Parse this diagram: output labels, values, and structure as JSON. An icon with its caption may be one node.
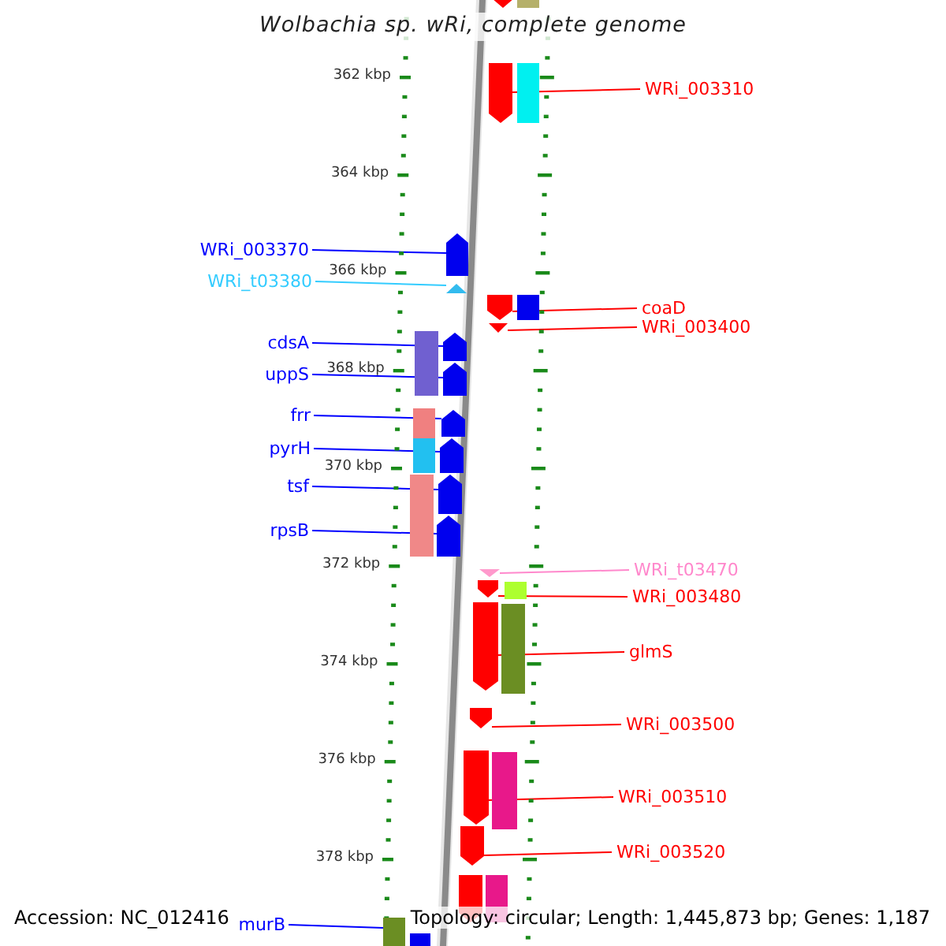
{
  "diagram": {
    "title": "Wolbachia sp. wRi, complete genome",
    "nodes": [
      {
        "text": [
          "WRi_003310"
        ]
      },
      {
        "text": [],
        "shape": "arrow"
      },
      {
        "text": [
          "WRi_003370"
        ]
      },
      {
        "text": [],
        "shape": "arrow"
      },
      {
        "text": [
          "WRi_t03380"
        ]
      },
      {
        "text": [],
        "shape": "triangle"
      },
      {
        "text": [
          "coaD"
        ]
      },
      {
        "text": [],
        "shape": "arrow"
      },
      {
        "text": [
          "WRi_003400"
        ]
      },
      {
        "text": [],
        "shape": "triangle"
      },
      {
        "text": [
          "cdsA"
        ]
      },
      {
        "text": [],
        "shape": "arrow"
      },
      {
        "text": [
          "uppS"
        ]
      },
      {
        "text": [],
        "shape": "arrow"
      },
      {
        "text": [
          "frr"
        ]
      },
      {
        "text": [],
        "shape": "arrow"
      },
      {
        "text": [
          "pyrH"
        ]
      },
      {
        "text": [],
        "shape": "arrow"
      },
      {
        "text": [
          "tsf"
        ]
      },
      {
        "text": [],
        "shape": "arrow"
      },
      {
        "text": [
          "rpsB"
        ]
      },
      {
        "text": [],
        "shape": "arrow"
      },
      {
        "text": [
          "WRi_t03470"
        ]
      },
      {
        "text": [],
        "shape": "triangle"
      },
      {
        "text": [
          "WRi_003480"
        ]
      },
      {
        "text": [],
        "shape": "arrow"
      },
      {
        "text": [
          "glmS"
        ]
      },
      {
        "text": [],
        "shape": "arrow"
      },
      {
        "text": [
          "WRi_003500"
        ]
      },
      {
        "text": [],
        "shape": "arrow"
      },
      {
        "text": [
          "WRi_003510"
        ]
      },
      {
        "text": [],
        "shape": "arrow"
      },
      {
        "text": [
          "WRi_003520"
        ]
      },
      {
        "text": [],
        "shape": "arrow"
      },
      {
        "text": [
          "murB"
        ]
      },
      {
        "text": [],
        "shape": "bar"
      }
    ],
    "edges": [
      {
        "from": 0,
        "to": 1,
        "arrow": "none"
      },
      {
        "from": 2,
        "to": 3,
        "arrow": "none",
        "color": "#0000ff"
      },
      {
        "from": 4,
        "to": 5,
        "arrow": "none",
        "color": "#33ccff"
      },
      {
        "from": 6,
        "to": 7,
        "arrow": "none"
      },
      {
        "from": 8,
        "to": 9,
        "arrow": "none"
      },
      {
        "from": 10,
        "to": 11,
        "arrow": "none",
        "color": "#0000ff"
      },
      {
        "from": 12,
        "to": 13,
        "arrow": "none",
        "color": "#0000ff"
      },
      {
        "from": 14,
        "to": 15,
        "arrow": "none",
        "color": "#0000ff"
      },
      {
        "from": 16,
        "to": 17,
        "arrow": "none",
        "color": "#0000ff"
      },
      {
        "from": 18,
        "to": 19,
        "arrow": "none",
        "color": "#0000ff"
      },
      {
        "from": 20,
        "to": 21,
        "arrow": "none",
        "color": "#0000ff"
      },
      {
        "from": 22,
        "to": 23,
        "arrow": "none",
        "color": "#ff88cc"
      },
      {
        "from": 24,
        "to": 25,
        "arrow": "none"
      },
      {
        "from": 26,
        "to": 27,
        "arrow": "none"
      },
      {
        "from": 28,
        "to": 29,
        "arrow": "none"
      },
      {
        "from": 30,
        "to": 31,
        "arrow": "none"
      },
      {
        "from": 32,
        "to": 33,
        "arrow": "none"
      },
      {
        "from": 34,
        "to": 35,
        "arrow": "none",
        "color": "#0000ff"
      }
    ],
    "labels": [
      "362 kbp",
      "364 kbp",
      "366 kbp",
      "368 kbp",
      "370 kbp",
      "372 kbp",
      "374 kbp",
      "376 kbp",
      "378 kbp",
      "Accession: NC_012416",
      "Topology: circular; Length: 1,445,873 bp; Genes: 1,187"
    ]
  }
}
